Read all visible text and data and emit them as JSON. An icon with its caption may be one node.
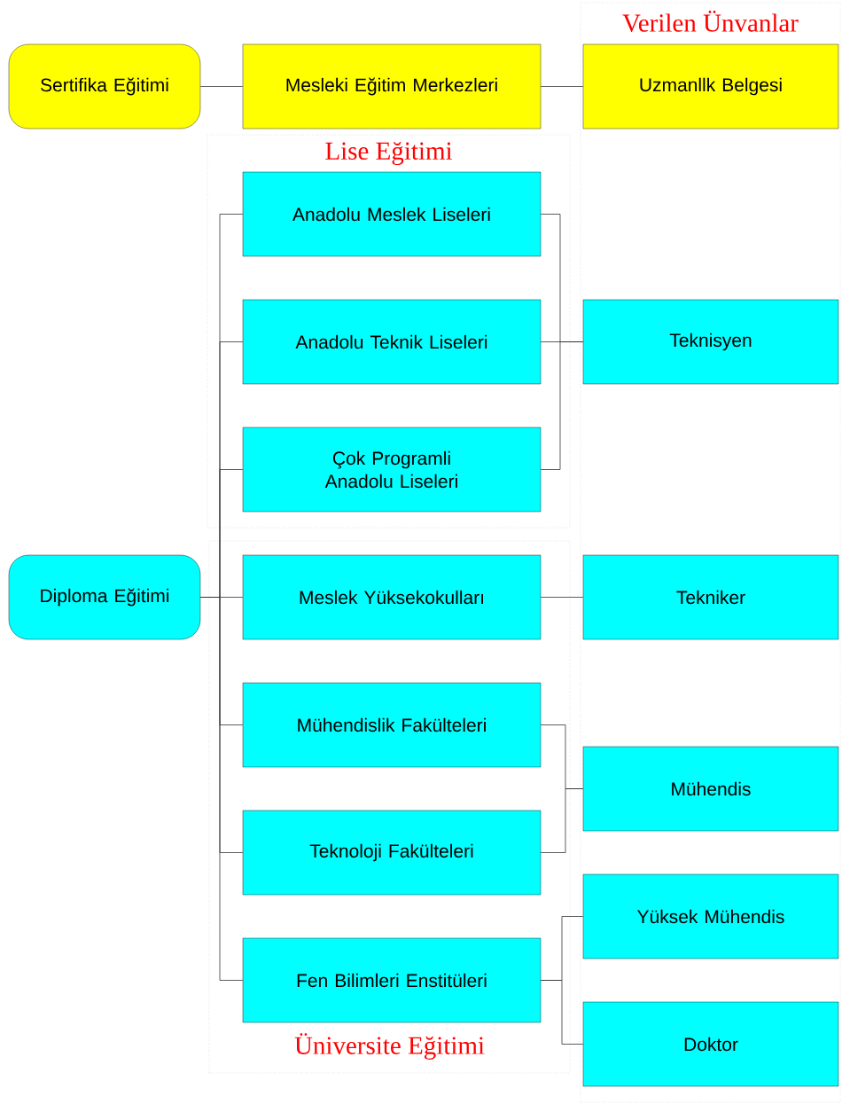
{
  "diagram": {
    "nodes": [
      {
        "text": [
          "Sertifika Eğitimi"
        ]
      },
      {
        "text": [
          "Mesleki Eğitim Merkezleri"
        ]
      },
      {
        "text": [
          "Verilen Ünvanlar"
        ]
      },
      {
        "text": [
          "Uzmanllk Belgesi"
        ],
        "in": 2
      },
      {
        "text": [
          "Lise Eğitimi"
        ]
      },
      {
        "text": [
          "Anadolu Meslek Liseleri"
        ],
        "in": 4
      },
      {
        "text": [
          "Anadolu Teknik Liseleri"
        ],
        "in": 4
      },
      {
        "text": [
          "Çok Programli Anadolu Liseleri"
        ],
        "in": 4
      },
      {
        "text": [
          "Teknisyen"
        ],
        "in": 2
      },
      {
        "text": [
          "Diploma Eğitimi"
        ]
      },
      {
        "text": [
          "Üniversite Eğitimi"
        ]
      },
      {
        "text": [
          "Meslek Yüksekokulları"
        ],
        "in": 10
      },
      {
        "text": [
          "Tekniker"
        ],
        "in": 2
      },
      {
        "text": [
          "Mühendislik Fakülteleri"
        ],
        "in": 10
      },
      {
        "text": [
          "Mühendis"
        ],
        "in": 2
      },
      {
        "text": [
          "Teknoloji Fakülteleri"
        ],
        "in": 10
      },
      {
        "text": [
          "Yüksek Mühendis"
        ],
        "in": 2
      },
      {
        "text": [
          "Fen Bilimleri Enstitüleri"
        ],
        "in": 10
      },
      {
        "text": [
          "Doktor"
        ],
        "in": 2
      }
    ],
    "edges": [
      {
        "from": 0,
        "to": 1,
        "arrow": "none"
      },
      {
        "from": 1,
        "to": 3,
        "arrow": "none"
      },
      {
        "from": 9,
        "to": 5,
        "arrow": "none"
      },
      {
        "from": 9,
        "to": 6,
        "arrow": "none"
      },
      {
        "from": 9,
        "to": 7,
        "arrow": "none"
      },
      {
        "from": 9,
        "to": 11,
        "arrow": "none"
      },
      {
        "from": 9,
        "to": 13,
        "arrow": "none"
      },
      {
        "from": 9,
        "to": 15,
        "arrow": "none"
      },
      {
        "from": 9,
        "to": 17,
        "arrow": "none"
      },
      {
        "from": 5,
        "to": 8,
        "arrow": "none"
      },
      {
        "from": 6,
        "to": 8,
        "arrow": "none"
      },
      {
        "from": 7,
        "to": 8,
        "arrow": "none"
      },
      {
        "from": 11,
        "to": 12,
        "arrow": "none"
      },
      {
        "from": 13,
        "to": 14,
        "arrow": "none"
      },
      {
        "from": 15,
        "to": 14,
        "arrow": "none"
      },
      {
        "from": 17,
        "to": 16,
        "arrow": "none"
      },
      {
        "from": 17,
        "to": 18,
        "arrow": "none"
      }
    ]
  }
}
